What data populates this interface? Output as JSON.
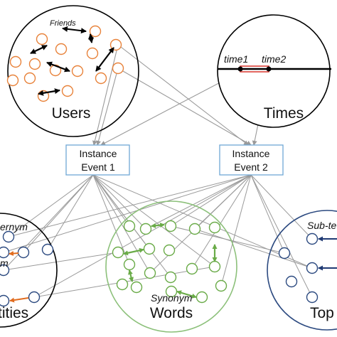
{
  "labels": {
    "users": "Users",
    "times": "Times",
    "words": "Words",
    "entities": "tities",
    "topics": "Top",
    "friends": "Friends",
    "time1": "time1",
    "time2": "time2",
    "synonym": "Synonym",
    "hypernym": "ernym",
    "entity_arrow_label": "m",
    "subtopic": "Sub-te"
  },
  "events": [
    {
      "line1": "Instance",
      "line2": "Event 1"
    },
    {
      "line1": "Instance",
      "line2": "Event 2"
    }
  ],
  "colors": {
    "user_node": "#e8823a",
    "word_node": "#6aab48",
    "word_circle": "#8cc07a",
    "entity_node": "#2c4a80",
    "entity_arrow": "#e06c1f",
    "topic_node": "#2c4a80",
    "topic_arrow": "#1f3a73",
    "event_box": "#6fa8d6",
    "time_marker": "#d9342b",
    "edge": "#9a9a9a",
    "black": "#000000"
  }
}
